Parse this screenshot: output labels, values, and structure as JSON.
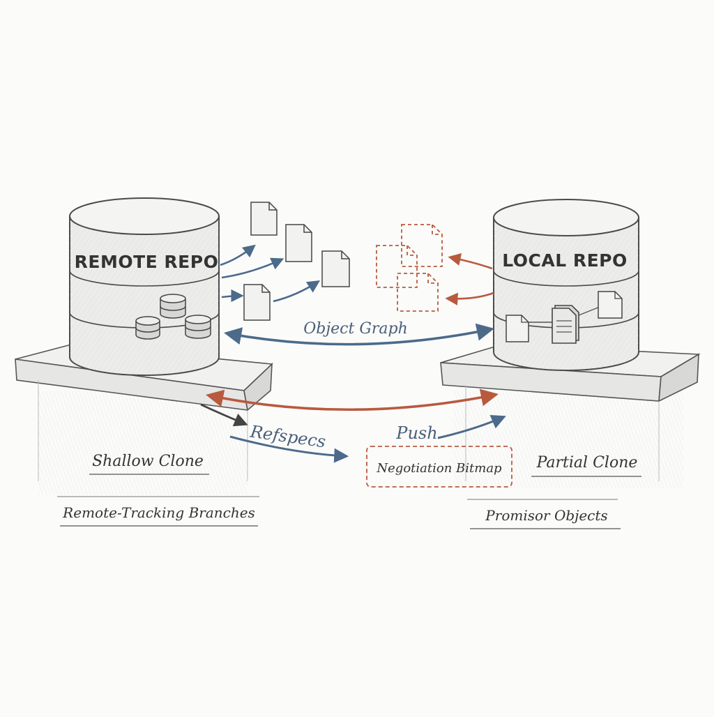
{
  "colors": {
    "ink": "#3e3e3e",
    "blue": "#4c6a8a",
    "red": "#b85a3e",
    "paper": "#fbfbfa"
  },
  "repos": {
    "remote": {
      "title": "REMOTE REPO"
    },
    "local": {
      "title": "LOCAL REPO"
    }
  },
  "edges": {
    "object_graph": "Object Graph",
    "refspecs": "Refspecs",
    "push": "Push",
    "negotiation_bitmap": "Negotiation Bitmap"
  },
  "labels": {
    "shallow_clone": "Shallow Clone",
    "remote_tracking_branches": "Remote-Tracking Branches",
    "partial_clone": "Partial Clone",
    "promisor_objects": "Promisor Objects"
  }
}
